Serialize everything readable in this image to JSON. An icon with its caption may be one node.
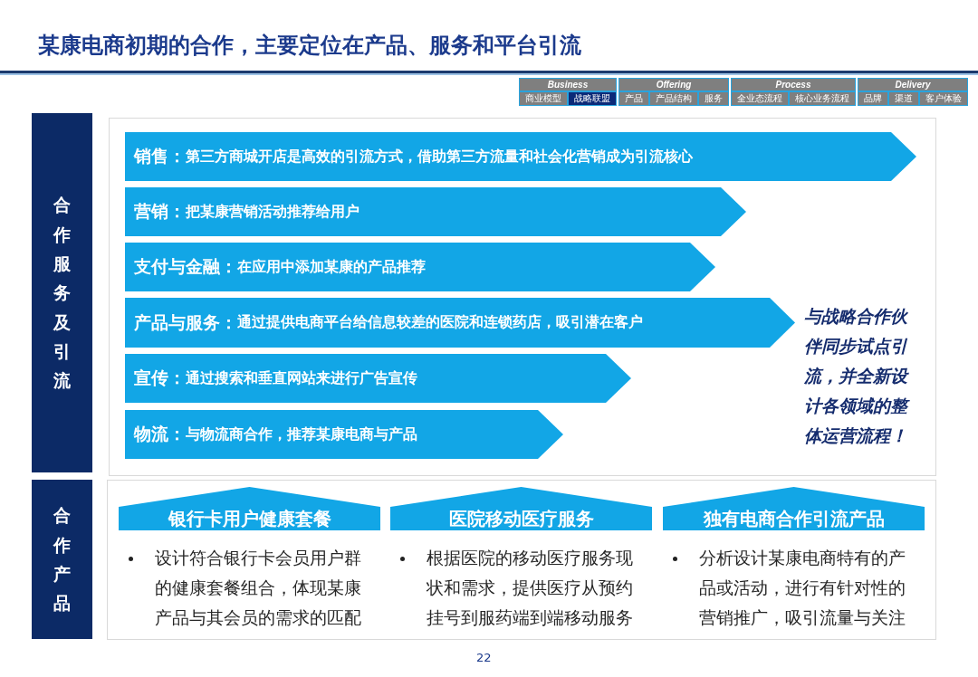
{
  "diagram": {
    "title": "某康电商初期的合作，主要定位在产品、服务和平台引流",
    "nodes": [
      {
        "text": [
          "合作服务及引流"
        ]
      },
      {
        "text": [],
        "shape": "box"
      },
      {
        "text": [
          "销售：",
          "第三方商城开店是高效的引流方式，借助第三方流量和社会化营销成为引流核心"
        ],
        "in": 1
      },
      {
        "text": [
          "营销：",
          "把某康营销活动推荐给用户"
        ],
        "in": 1
      },
      {
        "text": [
          "支付与金融：",
          "在应用中添加某康的产品推荐"
        ],
        "in": 1
      },
      {
        "text": [
          "产品与服务：",
          "通过提供电商平台给信息较差的医院和连锁药店，吸引潜在客户"
        ],
        "in": 1
      },
      {
        "text": [
          "宣传：",
          "通过搜索和垂直网站来进行广告宣传"
        ],
        "in": 1
      },
      {
        "text": [
          "物流：",
          "与物流商合作，推荐某康电商与产品"
        ],
        "in": 1
      },
      {
        "text": [
          "合作产品"
        ]
      },
      {
        "text": [],
        "shape": "box"
      },
      {
        "text": [
          "银行卡用户健康套餐",
          "设计符合银行卡会员用户群的健康套餐组合，体现某康产品与其会员的需求的匹配"
        ],
        "in": 9
      },
      {
        "text": [
          "医院移动医疗服务",
          "根据医院的移动医疗服务现状和需求，提供医疗从预约挂号到服药端到端移动服务"
        ],
        "in": 9
      },
      {
        "text": [
          "独有电商合作引流产品",
          "分析设计某康电商特有的产品或活动，进行有针对性的营销推广，吸引流量与关注"
        ],
        "in": 9
      }
    ],
    "edges": [],
    "labels": [
      "Business",
      "Offering",
      "Process",
      "Delivery",
      "商业模型",
      "战略联盟",
      "产品",
      "产品结构",
      "服务",
      "全业态流程",
      "核心业务流程",
      "品牌",
      "渠道",
      "客户体验",
      "与战略合作伙伴同步试点引流，并全新设计各领域的整体运营流程！",
      "22"
    ]
  }
}
